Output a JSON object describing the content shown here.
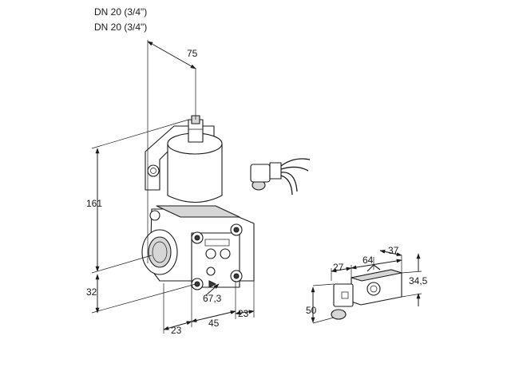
{
  "header": {
    "line1": "DN 20 (3/4\")",
    "line2": "DN 20 (3/4\")"
  },
  "valve_dimensions": {
    "top_width": "75",
    "height": "161",
    "lower_height": "32",
    "width_67": "67,3",
    "bottom_23_left": "23",
    "bottom_45": "45",
    "bottom_23_right": "23"
  },
  "connector_dimensions": {
    "d27": "27",
    "d64": "64",
    "d37": "37",
    "d34_5": "34,5",
    "d50": "50"
  }
}
